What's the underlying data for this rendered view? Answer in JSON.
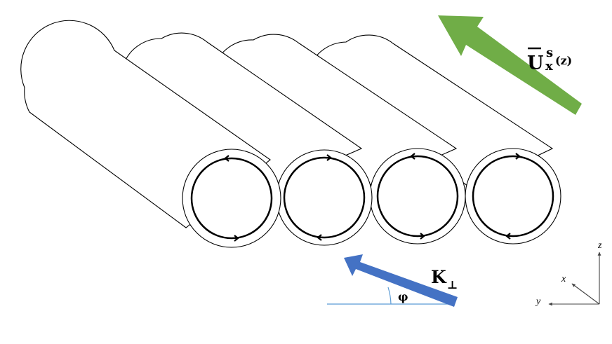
{
  "labels": {
    "mean_flow": {
      "base": "U",
      "sup": "s",
      "sub": "x",
      "arg": "(z)"
    },
    "wave_vector": {
      "base": "K",
      "sub": "⊥"
    },
    "angle": "φ",
    "axes": {
      "x": "x",
      "y": "y",
      "z": "z"
    }
  },
  "colors": {
    "mean_flow_arrow": "#70ad47",
    "wave_vector_arrow": "#4472c4",
    "angle_marks": "#5b9bd5",
    "outline": "#000000"
  },
  "rolls": {
    "count": 4,
    "rotation": [
      "counterclockwise",
      "clockwise",
      "counterclockwise",
      "clockwise"
    ]
  }
}
